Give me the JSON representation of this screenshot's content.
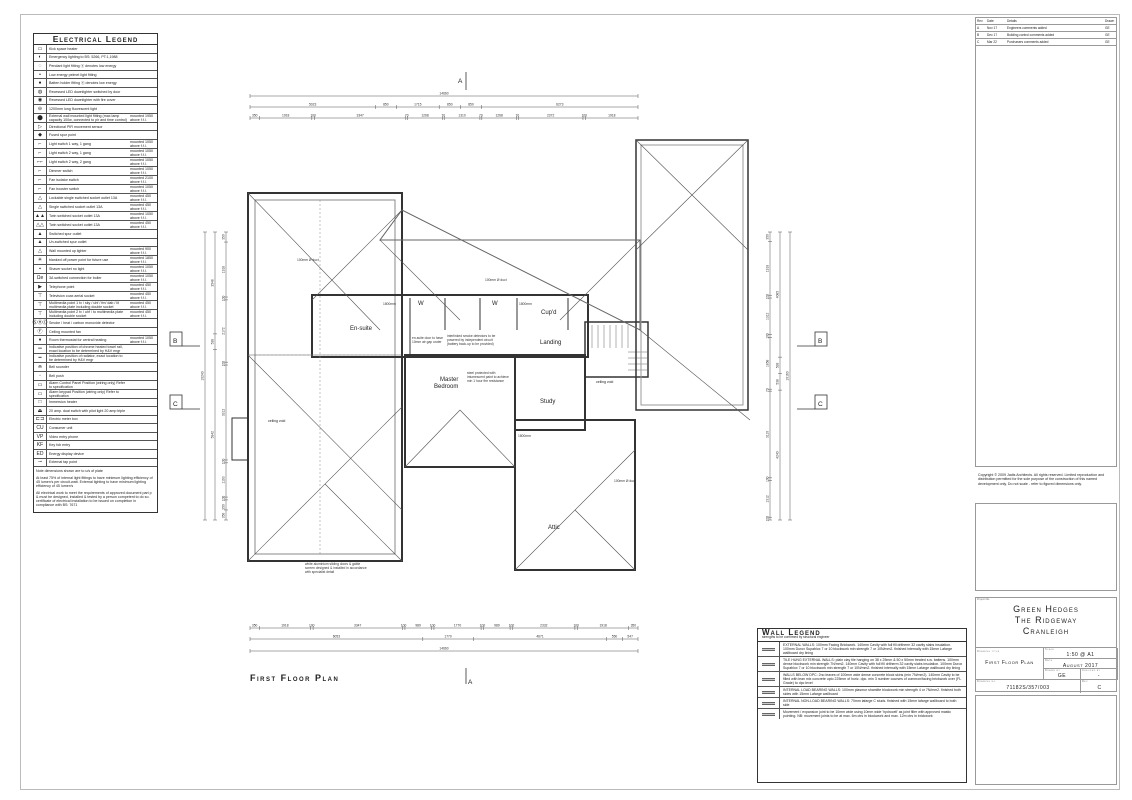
{
  "legend": {
    "title": "Electrical Legend",
    "rows": [
      {
        "sym": "▭",
        "desc": "Kick space heater",
        "mount": ""
      },
      {
        "sym": "◐",
        "desc": "Emergency lighting to BS: 5266, PT:1,1988",
        "mount": ""
      },
      {
        "sym": "◌",
        "desc": "Pendant light fitting ⓔ denotes low energy",
        "mount": ""
      },
      {
        "sym": "•",
        "desc": "Low energy pelmet light fitting",
        "mount": ""
      },
      {
        "sym": "●",
        "desc": "Batten holder fitting ⓔ denotes low energy",
        "mount": ""
      },
      {
        "sym": "◍",
        "desc": "Recessed LED downlighter switched by door",
        "mount": ""
      },
      {
        "sym": "◉",
        "desc": "Recessed LED downlighter with fire cover",
        "mount": ""
      },
      {
        "sym": "⊖",
        "desc": "1200mm long fluorescent light",
        "mount": ""
      },
      {
        "sym": "⬤",
        "desc": "External wall mounted light fitting (max lamp capacity 100w, connected to pir and time control)",
        "mount": "mounted 1950 above f.f.l."
      },
      {
        "sym": "▷",
        "desc": "Directional PIR movement sensor",
        "mount": ""
      },
      {
        "sym": "◆",
        "desc": "Fused spur point",
        "mount": ""
      },
      {
        "sym": "⌐",
        "desc": "Light switch 1 way, 1 gang",
        "mount": "mounted 1050 above f.f.l."
      },
      {
        "sym": "⌐",
        "desc": "Light switch 2 way, 1 gang",
        "mount": "mounted 1050 above f.f.l."
      },
      {
        "sym": "⌐⌐",
        "desc": "Light switch 2 way, 2 gang",
        "mount": "mounted 1050 above f.f.l."
      },
      {
        "sym": "⌐",
        "desc": "Dimmer switch",
        "mount": "mounted 1050 above f.f.l."
      },
      {
        "sym": "⌐",
        "desc": "Fan isolator switch",
        "mount": "mounted 2100 above f.f.l."
      },
      {
        "sym": "⌐",
        "desc": "Fan booster switch",
        "mount": "mounted 1050 above f.f.l."
      },
      {
        "sym": "△",
        "desc": "Lockable single switched socket outlet 13A",
        "mount": "mounted 450 above f.f.l."
      },
      {
        "sym": "△",
        "desc": "Single switched socket outlet 13A",
        "mount": "mounted 450 above f.f.l."
      },
      {
        "sym": "▲▲",
        "desc": "Twin switched socket outlet 13A",
        "mount": "mounted 1050 above f.f.l."
      },
      {
        "sym": "△△",
        "desc": "Twin switched socket outlet 13A",
        "mount": "mounted 450 above f.f.l."
      },
      {
        "sym": "▲",
        "desc": "Switched spur outlet",
        "mount": ""
      },
      {
        "sym": "▲",
        "desc": "Un-switched spur outlet",
        "mount": ""
      },
      {
        "sym": "△",
        "desc": "Wall mounted up lighter",
        "mount": "mounted 900 above f.f.l."
      },
      {
        "sym": "✳",
        "desc": "blanked off power point for future use",
        "mount": "mounted 1850 above f.f.l."
      },
      {
        "sym": "▪",
        "desc": "Shaver socket no light",
        "mount": "mounted 1050 above f.f.l."
      },
      {
        "sym": "Ωe",
        "desc": "3A switched connection for boiler",
        "mount": "mounted 1050 above f.f.l."
      },
      {
        "sym": "▶",
        "desc": "Telephone point",
        "mount": "mounted 450 above f.f.l."
      },
      {
        "sym": "⊤",
        "desc": "Television coax aerial socket",
        "mount": "mounted 450 above f.f.l."
      },
      {
        "sym": "⊤",
        "desc": "Multimedia point 1 tv / sky / uhf / fm/ dab / lit multimedia plate including double socket",
        "mount": "mounted 450 above f.f.l."
      },
      {
        "sym": "⊤",
        "desc": "Multimedia point 2 tv / uhf / to multimedia plate including double socket",
        "mount": "mounted 450 above f.f.l."
      },
      {
        "sym": "ⓈⒽⒸ",
        "desc": "Smoke / heat / carbon monoxide detector",
        "mount": ""
      },
      {
        "sym": "Ⓕ",
        "desc": "Ceiling mounted fan",
        "mount": ""
      },
      {
        "sym": "♦",
        "desc": "Room thermostat for central heating",
        "mount": "mounted 1050 above f.f.l."
      },
      {
        "sym": "═",
        "desc": "Indicative position of chrome heated towel rail, exact location to be determined by H&V engr",
        "mount": ""
      },
      {
        "sym": "━",
        "desc": "Indicative position of radiator, exact location to be determined by H&V engr",
        "mount": ""
      },
      {
        "sym": "⍾",
        "desc": "Bell sounder",
        "mount": ""
      },
      {
        "sym": "◦",
        "desc": "Bell push",
        "mount": ""
      },
      {
        "sym": "▭",
        "desc": "Alarm Control Panel Position (wiring only) Refer to specification",
        "mount": ""
      },
      {
        "sym": "▭",
        "desc": "Alarm keypad Position (wiring only) Refer to specification",
        "mount": ""
      },
      {
        "sym": "□",
        "desc": "Immersion heater",
        "mount": ""
      },
      {
        "sym": "⏏",
        "desc": "20 amp. dual switch with pilot light 20 amp triple",
        "mount": ""
      },
      {
        "sym": "⊏⊐",
        "desc": "Electric meter box",
        "mount": ""
      },
      {
        "sym": "CU",
        "desc": "Consumer unit",
        "mount": ""
      },
      {
        "sym": "VP",
        "desc": "Video entry phone",
        "mount": ""
      },
      {
        "sym": "KF",
        "desc": "Key fob entry",
        "mount": ""
      },
      {
        "sym": "ED",
        "desc": "Energy display device",
        "mount": ""
      },
      {
        "sym": "⊸",
        "desc": "External tap point",
        "mount": ""
      }
    ],
    "notes": [
      "Note dimensions shown are to u/s of plate",
      "At least 75% of internal light fittings to have minimum lighting efficiency of 45 lumen's per circuit-watt. External lighting to have minimum lighting efficiency of 45 lumen's",
      "All electrical work to meet the requirements of approved document part p & must be designed, installed & tested by a person competent to do so. certificate of electrical installation to be issued on completion in compliance with BS: 7671"
    ]
  },
  "revisions": {
    "headers": [
      "Rev",
      "Date",
      "Details",
      "Drawn"
    ],
    "rows": [
      {
        "rev": "A",
        "date": "Nov 17",
        "details": "Engineers comments added",
        "by": "GE"
      },
      {
        "rev": "B",
        "date": "Dec 17",
        "details": "Building control comments added",
        "by": "GE"
      },
      {
        "rev": "C",
        "date": "Mar 22",
        "details": "Purchasers comments added",
        "by": "GE"
      }
    ]
  },
  "copyright": "Copyright © 2009 Jadis Architects. All rights reserved. Limited reproduction and distribution permitted for the sole purpose of the construction of this named development only. Do not scale - refer to figured dimensions only.",
  "title_block": {
    "project_label": "Project title",
    "project": [
      "Green Hedges",
      "The Ridgeway",
      "Cranleigh"
    ],
    "drawing_title_label": "Drawing title",
    "drawing_title": "First Floor Plan",
    "scale_label": "Scale",
    "scale": "1:50 @ A1",
    "date_label": "Date",
    "date": "August 2017",
    "drawn_label": "Drawn by",
    "drawn": "GE",
    "checked_label": "Checked by",
    "checked": "-",
    "number_label": "Drawing no.",
    "number": "71182S/357/003",
    "rev_label": "Rev",
    "rev": "C"
  },
  "wall_legend": {
    "title": "Wall Legend",
    "subtitle": "strengths to be confirmed by structural engineer",
    "rows": [
      "EXTERNAL WALLS: 100mm Facing Brickwork. 140mm Cavity with full fill dritherm 32 cavity slabs insulation. 100mm Durox Supablox 7 or 10 blockwork min strength 7 or 10N/mm2. finished internally with 15mm Lafarge wallboard dry lining",
      "TILE HUNG EXTERNAL WALLS: plain clay tile hanging on 38 x 25mm & 50 x 50mm treated s.w. battens. 100mm dense blockwork min strength 7N/mm2. 140mm Cavity with full fill dritherm 32 cavity slabs insulation. 100mm Durox Supablox 7 or 10 blockwork min strength 7 or 10N/mm2. finished internally with 15mm Lafarge wallboard dry lining",
      "WALLS BELOW DPC: 2no leaves of 100mm wide dense concrete block skins (min 7N/mm2). 140mm Cavity to be filled with lean mix concrete upto 225mm of horiz. dpc. min 3 number courses of common/facing brickwork over (FL Grade) to dpc level",
      "INTERNAL LOAD BEARING WALLS: 100mm plasmor shamlite blockwork min strength 4 or 7N/mm2. finished both sides with 15mm Lafarge wallboard",
      "INTERNAL NON-LOAD BEARING WALLS: 70mm lafarge C studs. finished with 15mm lafarge wallboard to both side",
      "Movement / expansion joint to be 10mm wide using 10mm wide 'hydrocell' as joint filler with approved mastic pointing. NB: movement joints to be at max. 6m ctrs in blockwork and max. 12m ctrs in brickwork"
    ]
  },
  "plan": {
    "title": "First Floor Plan",
    "section_a": "A",
    "section_b": "B",
    "section_c": "C",
    "rooms": {
      "ensuite": "En-suite",
      "w1": "W",
      "w2": "W",
      "cupd": "Cup'd",
      "landing": "Landing",
      "master1": "Master",
      "master2": "Bedroom",
      "study": "Study",
      "attic": "Attic",
      "void1": "ceiling void",
      "void2": "ceiling void"
    },
    "notes": {
      "n1": "en-suite door to have 10mm air gap under",
      "n2": "interlinked smoke detectors to be powered by independent circuit (battery back-up to be provided)",
      "n3": "steel protected with intumescent paint to achieve min 1 hour fire resistance",
      "n4": "white aluminium sliding doors & gable screen designed & installed in accordance with specialist detail",
      "n5": "100mm Ø duct",
      "n6": "100mm Ø duct",
      "n7": "100mm Ø duct",
      "n8": "1800mm",
      "n9": "1800mm",
      "n10": "1800mm"
    },
    "dims_top": {
      "overall": "14660",
      "mid": [
        "5023",
        "850",
        "1715",
        "850",
        "850",
        "6273"
      ],
      "detail": [
        "350",
        "1918",
        "100",
        "3347",
        "70",
        "1268",
        "70",
        "1310",
        "70",
        "1268",
        "70",
        "2372",
        "100",
        "1918"
      ]
    },
    "dims_bottom": {
      "detail": [
        "350",
        "1918",
        "100",
        "3347",
        "100",
        "989",
        "100",
        "1770",
        "100",
        "989",
        "100",
        "2332",
        "100",
        "1918",
        "350"
      ],
      "mid": [
        "6053",
        "1770",
        "4671",
        "550",
        "547"
      ],
      "overall": "14660"
    },
    "dims_left": {
      "detail": [
        "350",
        "1918",
        "100",
        "2172",
        "100",
        "3312",
        "100",
        "1193",
        "100",
        "350",
        "350"
      ],
      "mid": [
        "3548",
        "538",
        "5942"
      ],
      "overall": "10240"
    },
    "dims_right": {
      "detail": [
        "350",
        "1918",
        "100",
        "1312",
        "100",
        "1858",
        "70",
        "3110",
        "100",
        "1312",
        "100"
      ],
      "mid": [
        "4085",
        "538",
        "538",
        "4240"
      ],
      "overall": "10160"
    }
  }
}
